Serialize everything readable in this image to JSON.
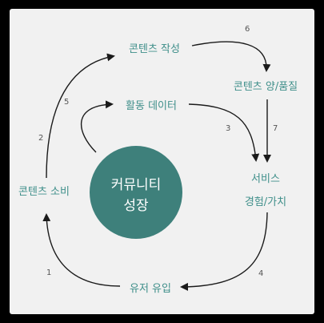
{
  "diagram": {
    "center": {
      "line1": "커뮤니티",
      "line2": "성장",
      "color": "#3e807b"
    },
    "nodes": {
      "content_writing": "콘텐츠 작성",
      "activity_data": "활동 데이터",
      "content_quantity_quality": "콘텐츠 양/품질",
      "content_consumption": "콘텐츠 소비",
      "service_experience_line1": "서비스",
      "service_experience_line2": "경험/가치",
      "user_inflow": "유저 유입"
    },
    "step_numbers": [
      "1",
      "2",
      "3",
      "4",
      "5",
      "6",
      "7"
    ],
    "colors": {
      "label": "#3f8f8a",
      "background": "#f1f1f1",
      "arrow": "#1a1a1a"
    }
  }
}
